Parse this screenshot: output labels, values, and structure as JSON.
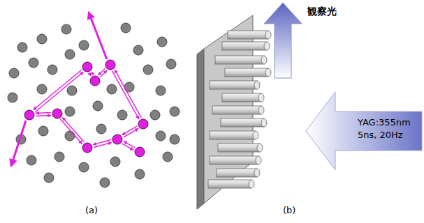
{
  "diagram": {
    "labels": [
      "観察光",
      "YAG:355nm",
      "5ns, 20Hz",
      "(a)",
      "(b)"
    ]
  }
}
